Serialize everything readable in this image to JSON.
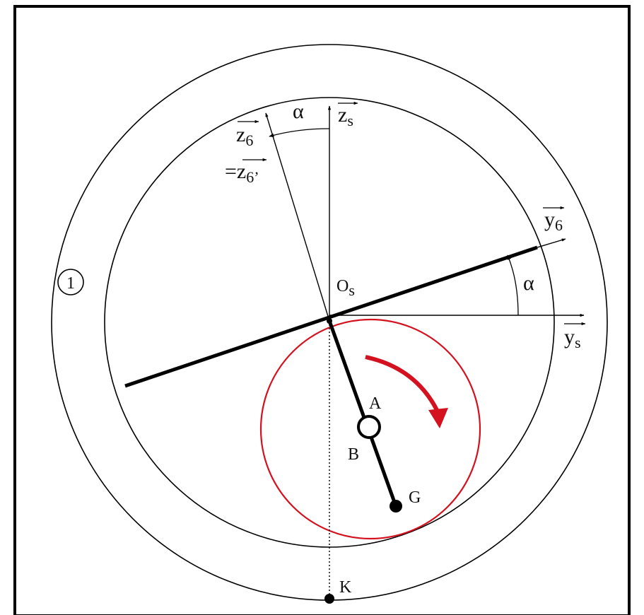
{
  "colors": {
    "frame": "#000000",
    "stroke": "#000000",
    "wheel": "#d4111e",
    "rotation_arrow": "#d4111e",
    "background": "#ffffff"
  },
  "labels": {
    "z6": {
      "base": "z",
      "sub": "6"
    },
    "z6prime": {
      "prefix": "=",
      "base": "z",
      "sub": "6’"
    },
    "zs": {
      "base": "z",
      "sub": "s"
    },
    "y6": {
      "base": "y",
      "sub": "6"
    },
    "ys": {
      "base": "y",
      "sub": "s"
    },
    "alpha_top": "α",
    "alpha_right": "α",
    "origin": {
      "base": "O",
      "sub": "s"
    },
    "body_number": "1",
    "point_a": "A",
    "point_b": "B",
    "point_g": "G",
    "point_k": "K"
  },
  "icons": {
    "rotation": "clockwise-arrow-icon",
    "vector_arrow": "vector-overline-arrow-icon"
  }
}
